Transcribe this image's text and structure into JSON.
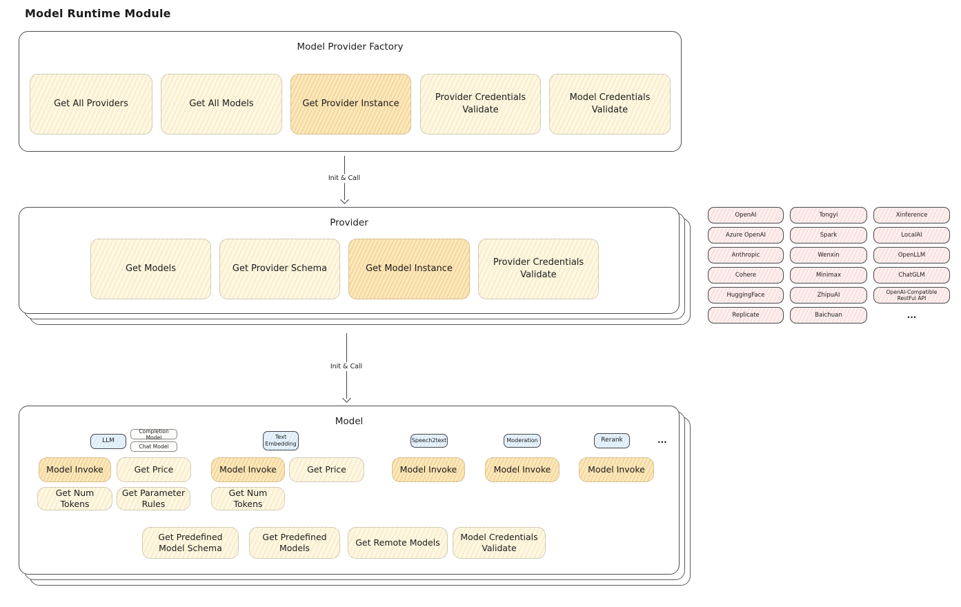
{
  "title": "Model Runtime Module",
  "arrows": [
    {
      "label": "Init & Call"
    },
    {
      "label": "Init & Call"
    }
  ],
  "factory": {
    "title": "Model Provider Factory",
    "boxes": [
      {
        "label": "Get All Providers",
        "highlighted": false
      },
      {
        "label": "Get All Models",
        "highlighted": false
      },
      {
        "label": "Get Provider Instance",
        "highlighted": true
      },
      {
        "label": "Provider Credentials Validate",
        "highlighted": false
      },
      {
        "label": "Model Credentials Validate",
        "highlighted": false
      }
    ]
  },
  "provider": {
    "title": "Provider",
    "boxes": [
      {
        "label": "Get Models",
        "highlighted": false
      },
      {
        "label": "Get Provider Schema",
        "highlighted": false
      },
      {
        "label": "Get Model Instance",
        "highlighted": true
      },
      {
        "label": "Provider Credentials Validate",
        "highlighted": false
      }
    ]
  },
  "providers_grid": {
    "items": [
      "OpenAI",
      "Tongyi",
      "Xinference",
      "Azure OpenAI",
      "Spark",
      "LocalAI",
      "Anthropic",
      "Wenxin",
      "OpenLLM",
      "Cohere",
      "Minimax",
      "ChatGLM",
      "HuggingFace",
      "ZhipuAI",
      "OpenAI-Compatible RestFul API",
      "Replicate",
      "Baichuan"
    ],
    "more": "..."
  },
  "model": {
    "title": "Model",
    "tabs": [
      "LLM",
      "Completion Model",
      "Chat Model",
      "Text Embedding",
      "Speech2text",
      "Moderation",
      "Rerank"
    ],
    "tabs_more": "...",
    "invoke_row": [
      {
        "label": "Model Invoke",
        "highlighted": true
      },
      {
        "label": "Get Price",
        "highlighted": false
      },
      {
        "label": "Model Invoke",
        "highlighted": true
      },
      {
        "label": "Get Price",
        "highlighted": false
      },
      {
        "label": "Model Invoke",
        "highlighted": true
      },
      {
        "label": "Model Invoke",
        "highlighted": true
      },
      {
        "label": "Model Invoke",
        "highlighted": true
      }
    ],
    "tokens_row": [
      {
        "label": "Get Num Tokens"
      },
      {
        "label": "Get Parameter Rules"
      },
      {
        "label": "Get Num Tokens"
      }
    ],
    "bottom_row": [
      {
        "label": "Get Predefined Model Schema"
      },
      {
        "label": "Get Predefined Models"
      },
      {
        "label": "Get Remote Models"
      },
      {
        "label": "Model Credentials Validate"
      }
    ]
  },
  "colors": {
    "node_fill": "#fdf7e3",
    "node_highlight": "#f5d698",
    "provider_pink": "#f9dfdd",
    "tab_blue": "#d7e8f7",
    "container_border": "#4a4d52"
  }
}
